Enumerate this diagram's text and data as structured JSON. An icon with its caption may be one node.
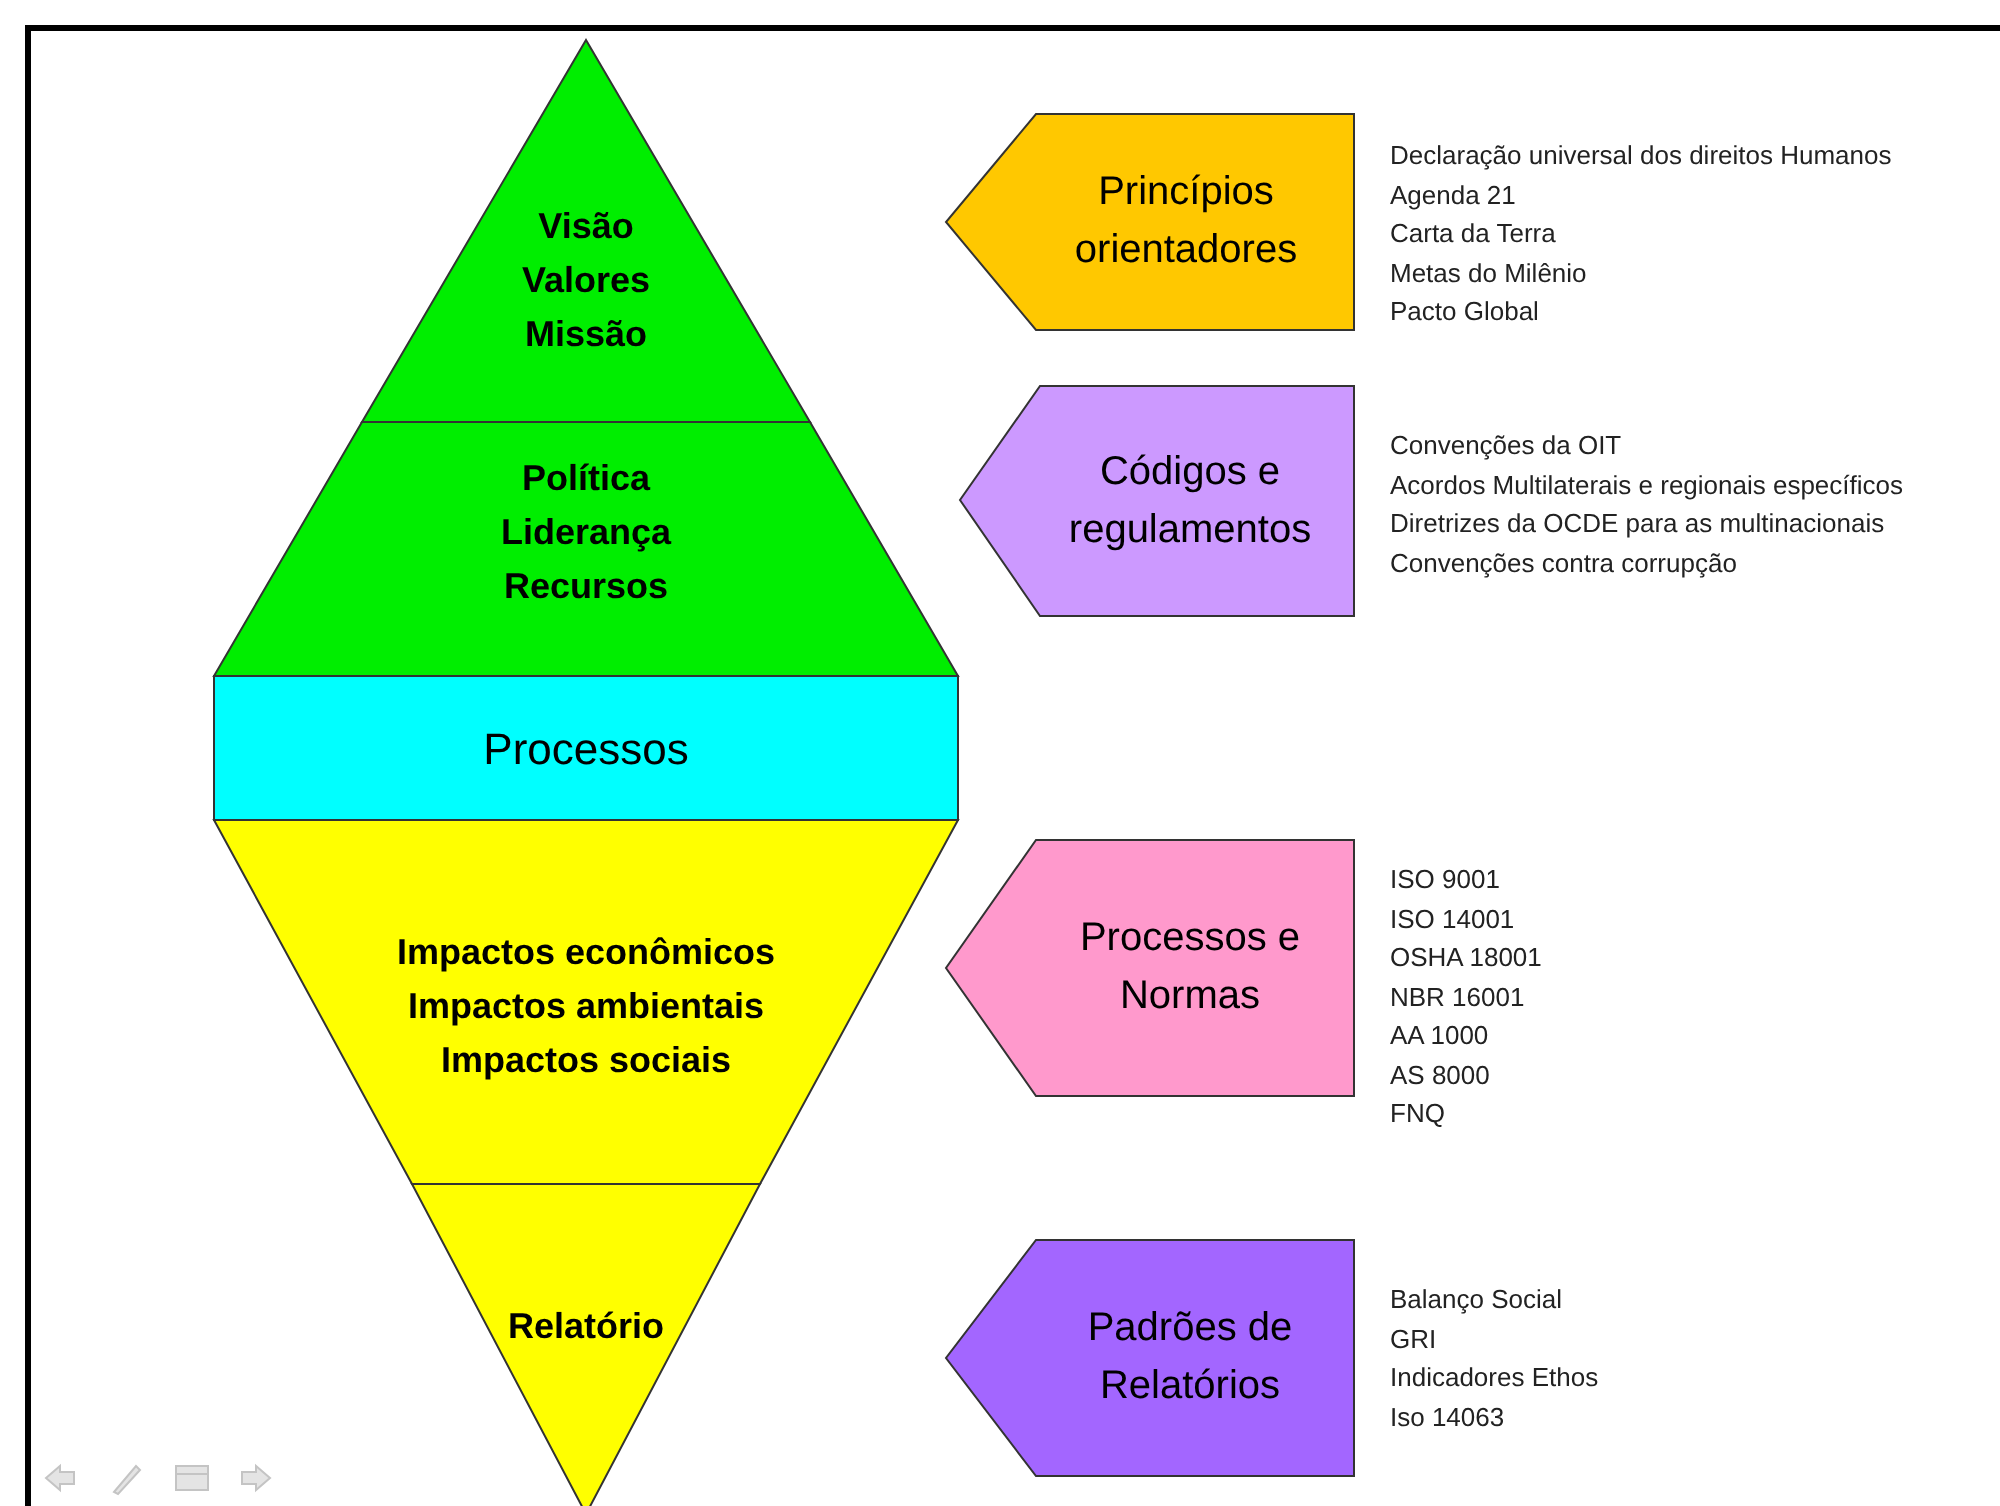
{
  "diagram": {
    "nodes": [
      {
        "text": [
          "Visão",
          "Valores",
          "Missão"
        ]
      },
      {
        "text": [
          "Política",
          "Liderança",
          "Recursos"
        ]
      },
      {
        "text": [
          "Processos"
        ]
      },
      {
        "text": [
          "Impactos econômicos",
          "Impactos ambientais",
          "Impactos sociais"
        ]
      },
      {
        "text": [
          "Relatório"
        ]
      },
      {
        "text": [
          "Princípios orientadores"
        ],
        "beside": [
          "Declaração universal dos direitos Humanos",
          "Agenda 21",
          "Carta da Terra",
          "Metas do Milênio",
          "Pacto Global"
        ]
      },
      {
        "text": [
          "Códigos e regulamentos"
        ],
        "beside": [
          "Convenções da OIT",
          "Acordos Multilaterais e regionais específicos",
          "Diretrizes da OCDE para as multinacionais",
          "Convenções contra corrupção"
        ]
      },
      {
        "text": [
          "Processos e Normas"
        ],
        "beside": [
          "ISO 9001",
          "ISO 14001",
          "OSHA 18001",
          "NBR 16001",
          "AA 1000",
          "AS 8000",
          "FNQ"
        ]
      },
      {
        "text": [
          "Padrões de Relatórios"
        ],
        "beside": [
          "Balanço Social",
          "GRI",
          "Indicadores Ethos",
          "Iso 14063"
        ]
      }
    ],
    "edges": []
  }
}
